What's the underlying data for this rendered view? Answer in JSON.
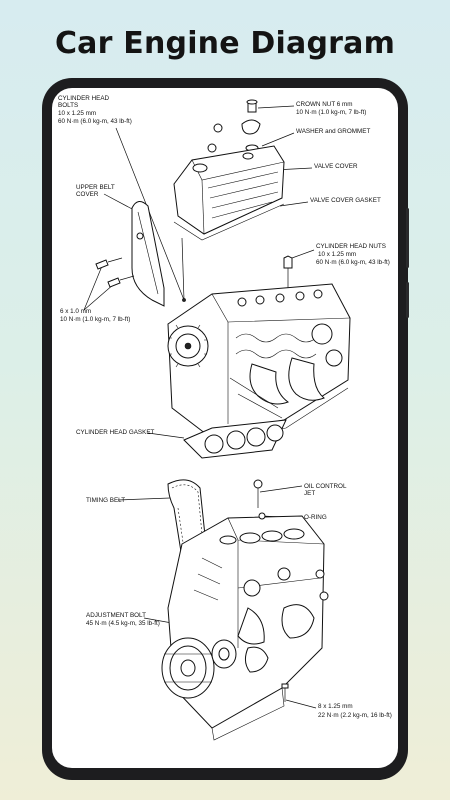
{
  "title": "Car Engine Diagram",
  "labels": {
    "cyl_bolts_name": "CYLINDER HEAD",
    "cyl_bolts_name2": "BOLTS",
    "cyl_bolts_spec1": "10 x 1.25 mm",
    "cyl_bolts_spec2": "60 N·m (6.0 kg-m, 43 lb-ft)",
    "crown_nut": "CROWN NUT 6 mm",
    "crown_nut_spec": "10 N·m (1.0 kg-m, 7 lb-ft)",
    "washer": "WASHER and GROMMET",
    "valve_cover": "VALVE COVER",
    "valve_cover_gasket": "VALVE COVER GASKET",
    "upper_belt": "UPPER BELT",
    "upper_belt2": "COVER",
    "head_nuts": "CYLINDER HEAD NUTS",
    "head_nuts_spec1": "10 x 1.25 mm",
    "head_nuts_spec2": "60 N·m (6.0 kg-m, 43 lb-ft)",
    "small_bolt": "6 x 1.0 mm",
    "small_bolt_spec": "10 N·m (1.0 kg-m, 7 lb-ft)",
    "head_gasket": "CYLINDER HEAD GASKET",
    "oil_jet": "OIL CONTROL",
    "oil_jet2": "JET",
    "o_ring": "O-RING",
    "timing_belt": "TIMING BELT",
    "adj_bolt": "ADJUSTMENT BOLT",
    "adj_bolt_spec": "45 N·m (4.5 kg-m, 35 lb-ft)",
    "bottom_bolt": "8 x 1.25 mm",
    "bottom_bolt_spec": "22 N·m (2.2 kg-m, 16 lb-ft)"
  }
}
